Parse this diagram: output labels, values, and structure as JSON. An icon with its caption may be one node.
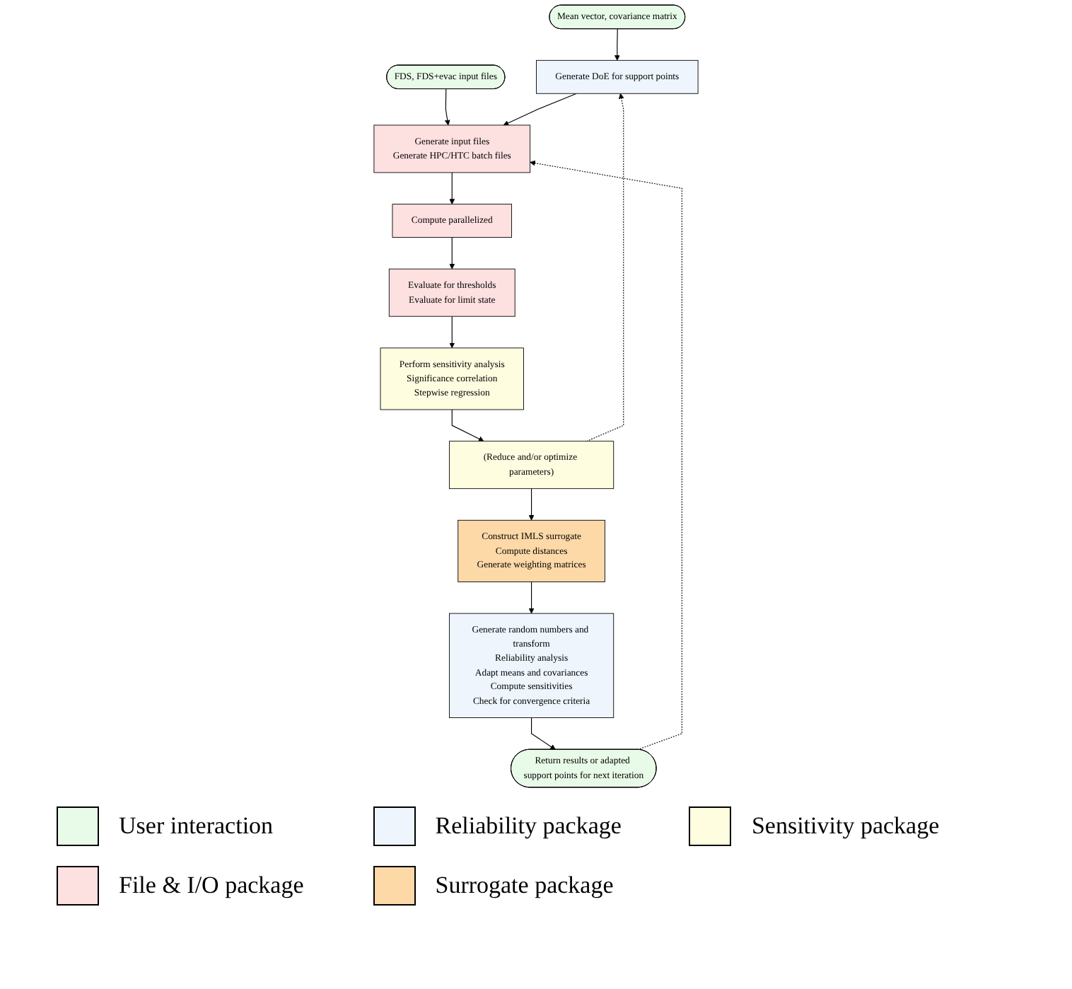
{
  "diagram": {
    "nodes": [
      {
        "text": [
          "Mean vector, covariance matrix"
        ]
      },
      {
        "text": [
          "FDS, FDS+evac input files"
        ]
      },
      {
        "text": [
          "Generate DoE for support points"
        ]
      },
      {
        "text": [
          "Generate input files",
          "Generate HPC/HTC batch files"
        ]
      },
      {
        "text": [
          "Perform sensitivity analysis",
          "Significance correlation",
          "Stepwise regression"
        ]
      },
      {
        "text": [
          "Compute parallelized"
        ]
      },
      {
        "text": [
          "Evaluate for thresholds",
          "Evaluate for limit state"
        ]
      },
      {
        "text": [
          "(Reduce and/or optimize parameters)"
        ]
      },
      {
        "text": [
          "Construct IMLS surrogate",
          "Compute distances",
          "Generate weighting matrices"
        ]
      },
      {
        "text": [
          "Generate random numbers and transform",
          "Reliability analysis",
          "Adapt means and covariances",
          "Compute sensitivities",
          "Check for convergence criteria"
        ]
      },
      {
        "text": [
          "Return results or adapted support points for next iteration"
        ]
      }
    ],
    "edges": [
      {
        "from": 0,
        "to": 2,
        "arrow": "to"
      },
      {
        "from": 1,
        "to": 3,
        "arrow": "to"
      },
      {
        "from": 2,
        "to": 3,
        "arrow": "to"
      },
      {
        "from": 3,
        "to": 5,
        "arrow": "to"
      },
      {
        "from": 5,
        "to": 6,
        "arrow": "to"
      },
      {
        "from": 6,
        "to": 4,
        "arrow": "to"
      },
      {
        "from": 4,
        "to": 7,
        "arrow": "to"
      },
      {
        "from": 7,
        "to": 2,
        "arrow": "to",
        "style": "dashed"
      },
      {
        "from": 7,
        "to": 8,
        "arrow": "to"
      },
      {
        "from": 8,
        "to": 9,
        "arrow": "to"
      },
      {
        "from": 9,
        "to": 10,
        "arrow": "to"
      },
      {
        "from": 10,
        "to": 3,
        "arrow": "to",
        "style": "dashed"
      }
    ],
    "legend": [
      {
        "text": "User interaction",
        "color": "#e8fbe8"
      },
      {
        "text": "Reliability package",
        "color": "#eef5fd"
      },
      {
        "text": "Sensitivity package",
        "color": "#fefde0"
      },
      {
        "text": "File & I/O package",
        "color": "#fde0e0"
      },
      {
        "text": "Surrogate package",
        "color": "#fdd9a8"
      }
    ]
  }
}
